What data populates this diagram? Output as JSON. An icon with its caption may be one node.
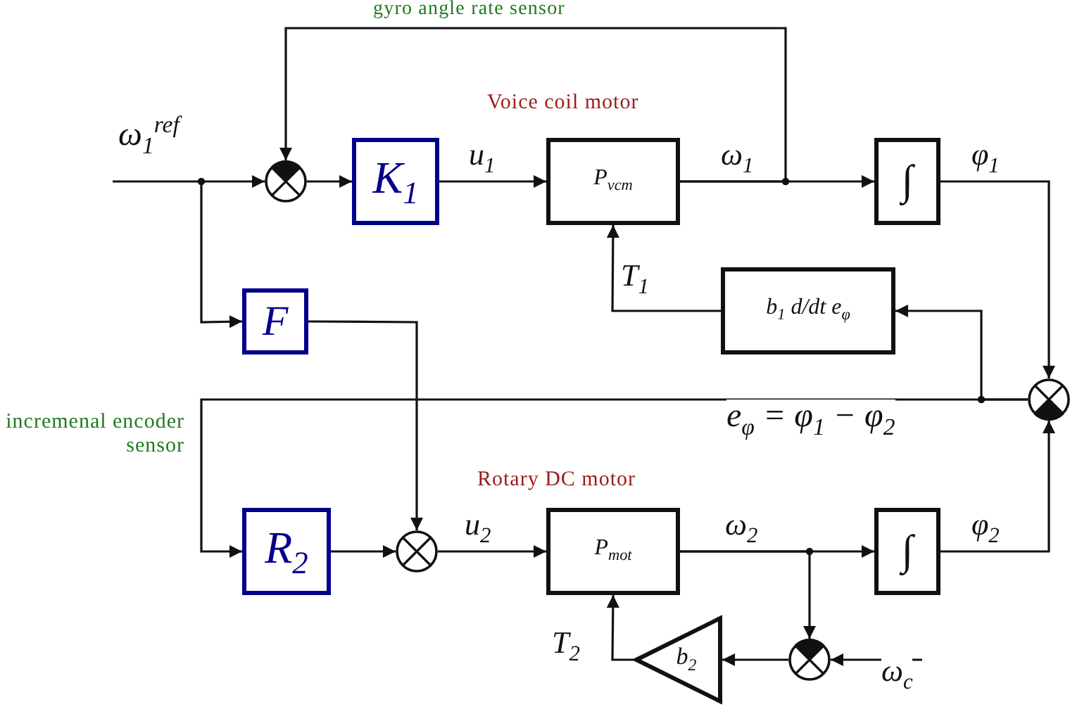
{
  "diagram": {
    "nodes": [
      {
        "text": [],
        "shape": "circle"
      },
      {
        "text": [
          "K$_{1}$"
        ]
      },
      {
        "text": [
          "P$_{vcm}$"
        ],
        "beside": [
          "Voice coil motor"
        ]
      },
      {
        "text": [
          "∫"
        ]
      },
      {
        "text": [
          "b$_{1}$ d/dt e$_{φ}$"
        ]
      },
      {
        "text": [],
        "shape": "circle"
      },
      {
        "text": [
          "F"
        ]
      },
      {
        "text": [],
        "shape": "circle"
      },
      {
        "text": [
          "R$_{2}$"
        ]
      },
      {
        "text": [
          "P$_{mot}$"
        ],
        "beside": [
          "Rotary DC motor"
        ]
      },
      {
        "text": [
          "∫"
        ]
      },
      {
        "text": [
          "b$_{2}$"
        ]
      },
      {
        "text": [],
        "shape": "circle"
      }
    ],
    "edges": [
      {
        "from": null,
        "to": 0,
        "arrow": "to",
        "label": "ω$_{1}$$^{ref}$"
      },
      {
        "from": null,
        "to": 6,
        "arrow": "to"
      },
      {
        "from": 0,
        "to": 1,
        "arrow": "to"
      },
      {
        "from": 1,
        "to": 2,
        "arrow": "to",
        "label": "u$_{1}$"
      },
      {
        "from": 2,
        "to": 3,
        "arrow": "to",
        "label": "ω$_{1}$"
      },
      {
        "from": 2,
        "to": 0,
        "arrow": "to",
        "label": "gyro angle rate sensor"
      },
      {
        "from": 3,
        "to": 5,
        "arrow": "to",
        "label": "φ$_{1}$"
      },
      {
        "from": 5,
        "to": 4,
        "arrow": "to"
      },
      {
        "from": 5,
        "to": 8,
        "arrow": "to",
        "label": "e$_{φ}$ = φ$_{1}$ − φ$_{2}$"
      },
      {
        "from": 4,
        "to": 2,
        "arrow": "to",
        "label": "T$_{1}$"
      },
      {
        "from": 6,
        "to": 7,
        "arrow": "to"
      },
      {
        "from": 8,
        "to": 7,
        "arrow": "to"
      },
      {
        "from": 7,
        "to": 9,
        "arrow": "to",
        "label": "u$_{2}$"
      },
      {
        "from": 9,
        "to": 10,
        "arrow": "to",
        "label": "ω$_{2}$"
      },
      {
        "from": 9,
        "to": 12,
        "arrow": "to"
      },
      {
        "from": null,
        "to": 12,
        "arrow": "to",
        "label": "ω$_{c}$"
      },
      {
        "from": 12,
        "to": 11,
        "arrow": "to"
      },
      {
        "from": 11,
        "to": 9,
        "arrow": "to",
        "label": "T$_{2}$"
      },
      {
        "from": 10,
        "to": 5,
        "arrow": "to",
        "label": "φ$_{2}$"
      }
    ],
    "labels": [
      "incremenal encoder sensor"
    ]
  }
}
